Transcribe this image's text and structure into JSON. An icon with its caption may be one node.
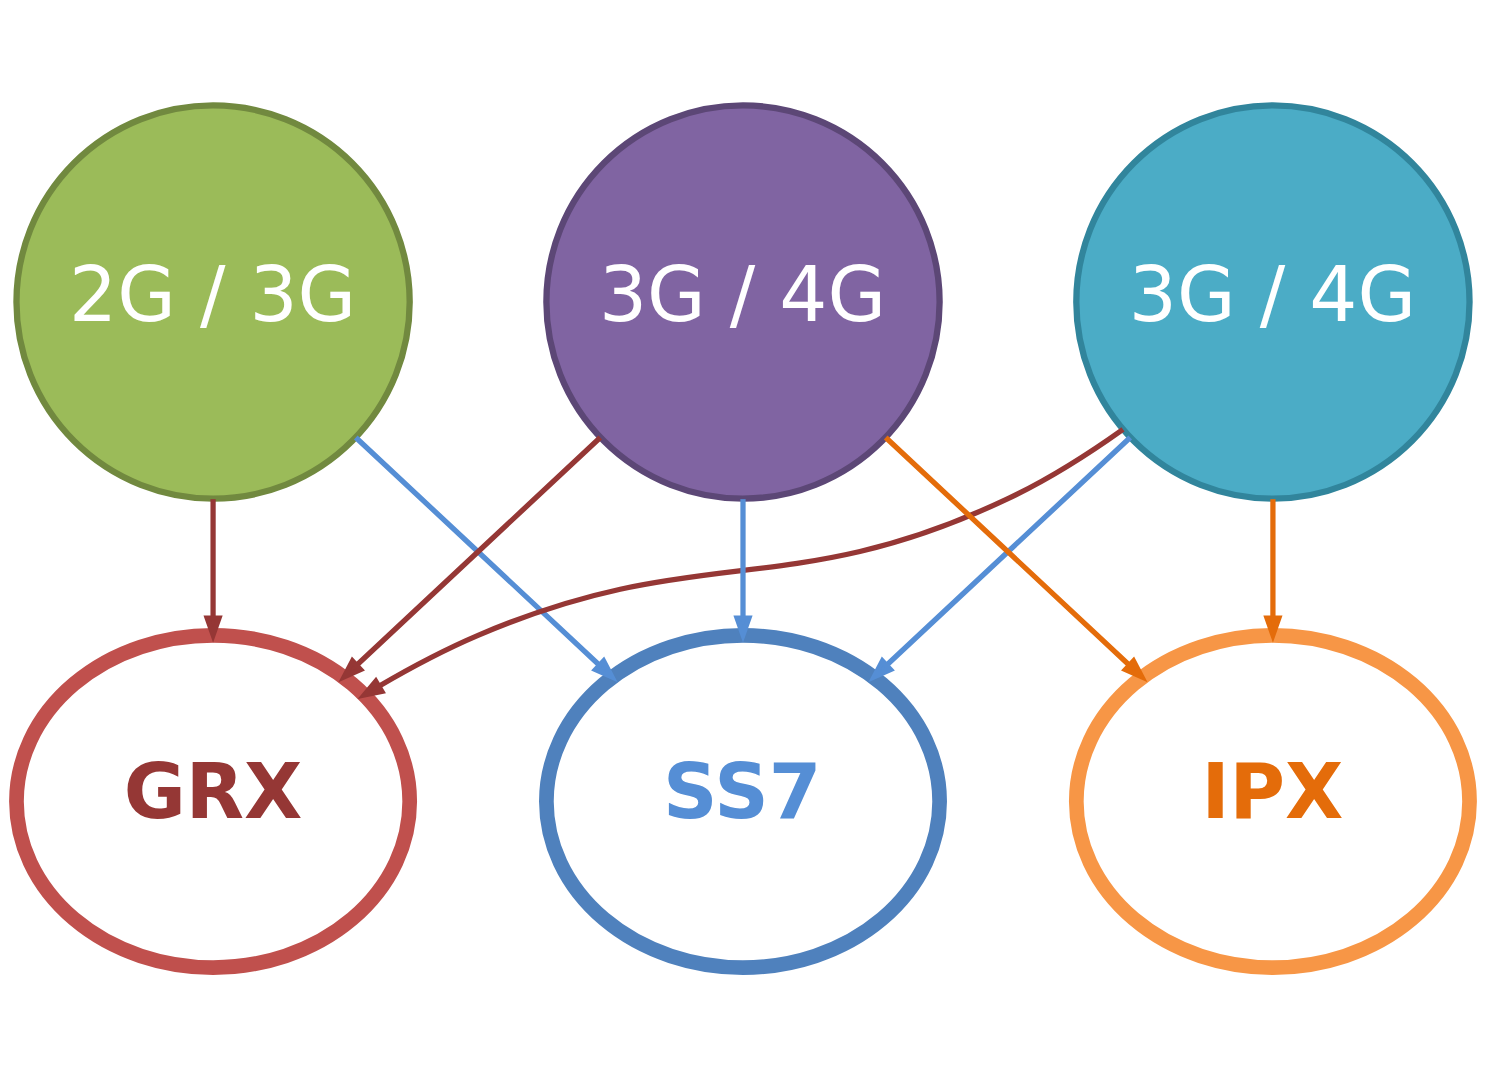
{
  "diagram": {
    "nodes": [
      {
        "text": [
          "2G / 3G"
        ]
      },
      {
        "text": [
          "SS7"
        ]
      },
      {
        "text": [
          "GRX"
        ]
      },
      {
        "text": [
          "IPX"
        ]
      },
      {
        "text": [
          "3G / 4G"
        ]
      },
      {
        "text": [
          "3G / 4G"
        ]
      }
    ],
    "edges": [
      {
        "from": 0,
        "to": 1,
        "arrow": "to",
        "color": "#558ed5"
      },
      {
        "from": 0,
        "to": 2,
        "arrow": "to",
        "color": "#953735"
      },
      {
        "from": 4,
        "to": 1,
        "arrow": "to",
        "color": "#558ed5"
      },
      {
        "from": 5,
        "to": 1,
        "arrow": "to",
        "color": "#558ed5"
      },
      {
        "from": 4,
        "to": 2,
        "arrow": "to",
        "color": "#953735"
      },
      {
        "from": 5,
        "to": 2,
        "arrow": "to",
        "color": "#953735"
      },
      {
        "from": 4,
        "to": 3,
        "arrow": "to",
        "color": "#e46c0a"
      },
      {
        "from": 5,
        "to": 3,
        "arrow": "to",
        "color": "#e46c0a"
      }
    ]
  }
}
